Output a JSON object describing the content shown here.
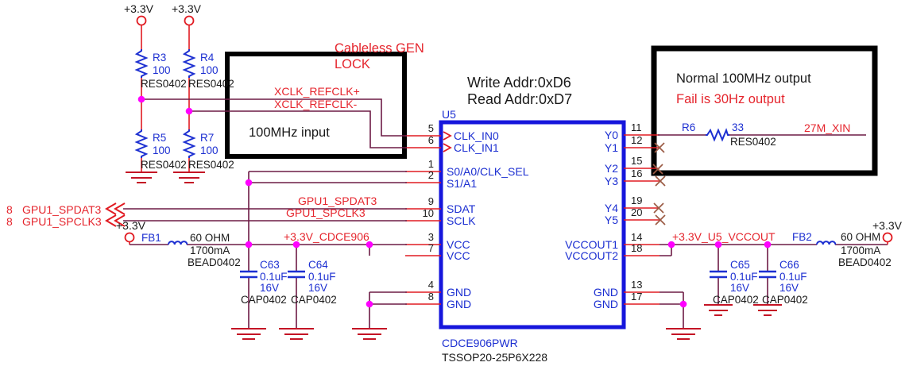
{
  "colors": {
    "wire": "#6d1b45",
    "power_red": "#e11b22",
    "symbol_blue": "#1c2fd1",
    "chip_border_blue": "#1616dc",
    "junction_magenta": "#ff00ff",
    "net_label_red": "#e5252d",
    "no_connect_brown": "#9b5b45",
    "highlight_box_black": "#000000"
  },
  "power": {
    "v33": "+3.3V"
  },
  "pull_resistors": [
    {
      "ref": "R3",
      "value": "100",
      "footprint": "RES0402"
    },
    {
      "ref": "R4",
      "value": "100",
      "footprint": "RES0402"
    },
    {
      "ref": "R5",
      "value": "100",
      "footprint": "RES0402"
    },
    {
      "ref": "R7",
      "value": "100",
      "footprint": "RES0402"
    }
  ],
  "series_resistor": {
    "ref": "R6",
    "value": "33",
    "footprint": "RES0402"
  },
  "beads": [
    {
      "ref": "FB1",
      "value": "60 OHM",
      "current": "1700mA",
      "footprint": "BEAD0402"
    },
    {
      "ref": "FB2",
      "value": "60 OHM",
      "current": "1700mA",
      "footprint": "BEAD0402"
    }
  ],
  "capacitors": [
    {
      "ref": "C63",
      "value": "0.1uF",
      "voltage": "16V",
      "footprint": "CAP0402"
    },
    {
      "ref": "C64",
      "value": "0.1uF",
      "voltage": "16V",
      "footprint": "CAP0402"
    },
    {
      "ref": "C65",
      "value": "0.1uF",
      "voltage": "16V",
      "footprint": "CAP0402"
    },
    {
      "ref": "C66",
      "value": "0.1uF",
      "voltage": "16V",
      "footprint": "CAP0402"
    }
  ],
  "chip": {
    "ref": "U5",
    "part": "CDCE906PWR",
    "package": "TSSOP20-25P6X228",
    "left_pins": [
      {
        "num": "5",
        "name": "CLK_IN0"
      },
      {
        "num": "6",
        "name": "CLK_IN1"
      },
      {
        "num": "1",
        "name": "S0/A0/CLK_SEL"
      },
      {
        "num": "2",
        "name": "S1/A1"
      },
      {
        "num": "9",
        "name": "SDAT"
      },
      {
        "num": "10",
        "name": "SCLK"
      },
      {
        "num": "3",
        "name": "VCC"
      },
      {
        "num": "7",
        "name": "VCC"
      },
      {
        "num": "4",
        "name": "GND"
      },
      {
        "num": "8",
        "name": "GND"
      }
    ],
    "right_pins": [
      {
        "num": "11",
        "name": "Y0"
      },
      {
        "num": "12",
        "name": "Y1"
      },
      {
        "num": "15",
        "name": "Y2"
      },
      {
        "num": "16",
        "name": "Y3"
      },
      {
        "num": "19",
        "name": "Y4"
      },
      {
        "num": "20",
        "name": "Y5"
      },
      {
        "num": "14",
        "name": "VCCOUT1"
      },
      {
        "num": "18",
        "name": "VCCOUT2"
      },
      {
        "num": "13",
        "name": "GND"
      },
      {
        "num": "17",
        "name": "GND"
      }
    ]
  },
  "nets": {
    "xclk_p": "XCLK_REFCLK+",
    "xclk_n": "XCLK_REFCLK-",
    "spdat": "GPU1_SPDAT3",
    "spclk": "GPU1_SPCLK3",
    "spdat_page": "8",
    "spclk_page": "8",
    "vcc_chip": "+3.3V_CDCE906",
    "vcc_out": "+3.3V_U5_VCCOUT",
    "xin": "27M_XIN"
  },
  "annotations": {
    "gen_lock_line1": "Cableless GEN",
    "gen_lock_line2": "LOCK",
    "input_box": "100MHz input",
    "write_addr": "Write Addr:0xD6",
    "read_addr": "Read Addr:0xD7",
    "output_normal": "Normal 100MHz output",
    "output_fail": "Fail is 30Hz output"
  }
}
